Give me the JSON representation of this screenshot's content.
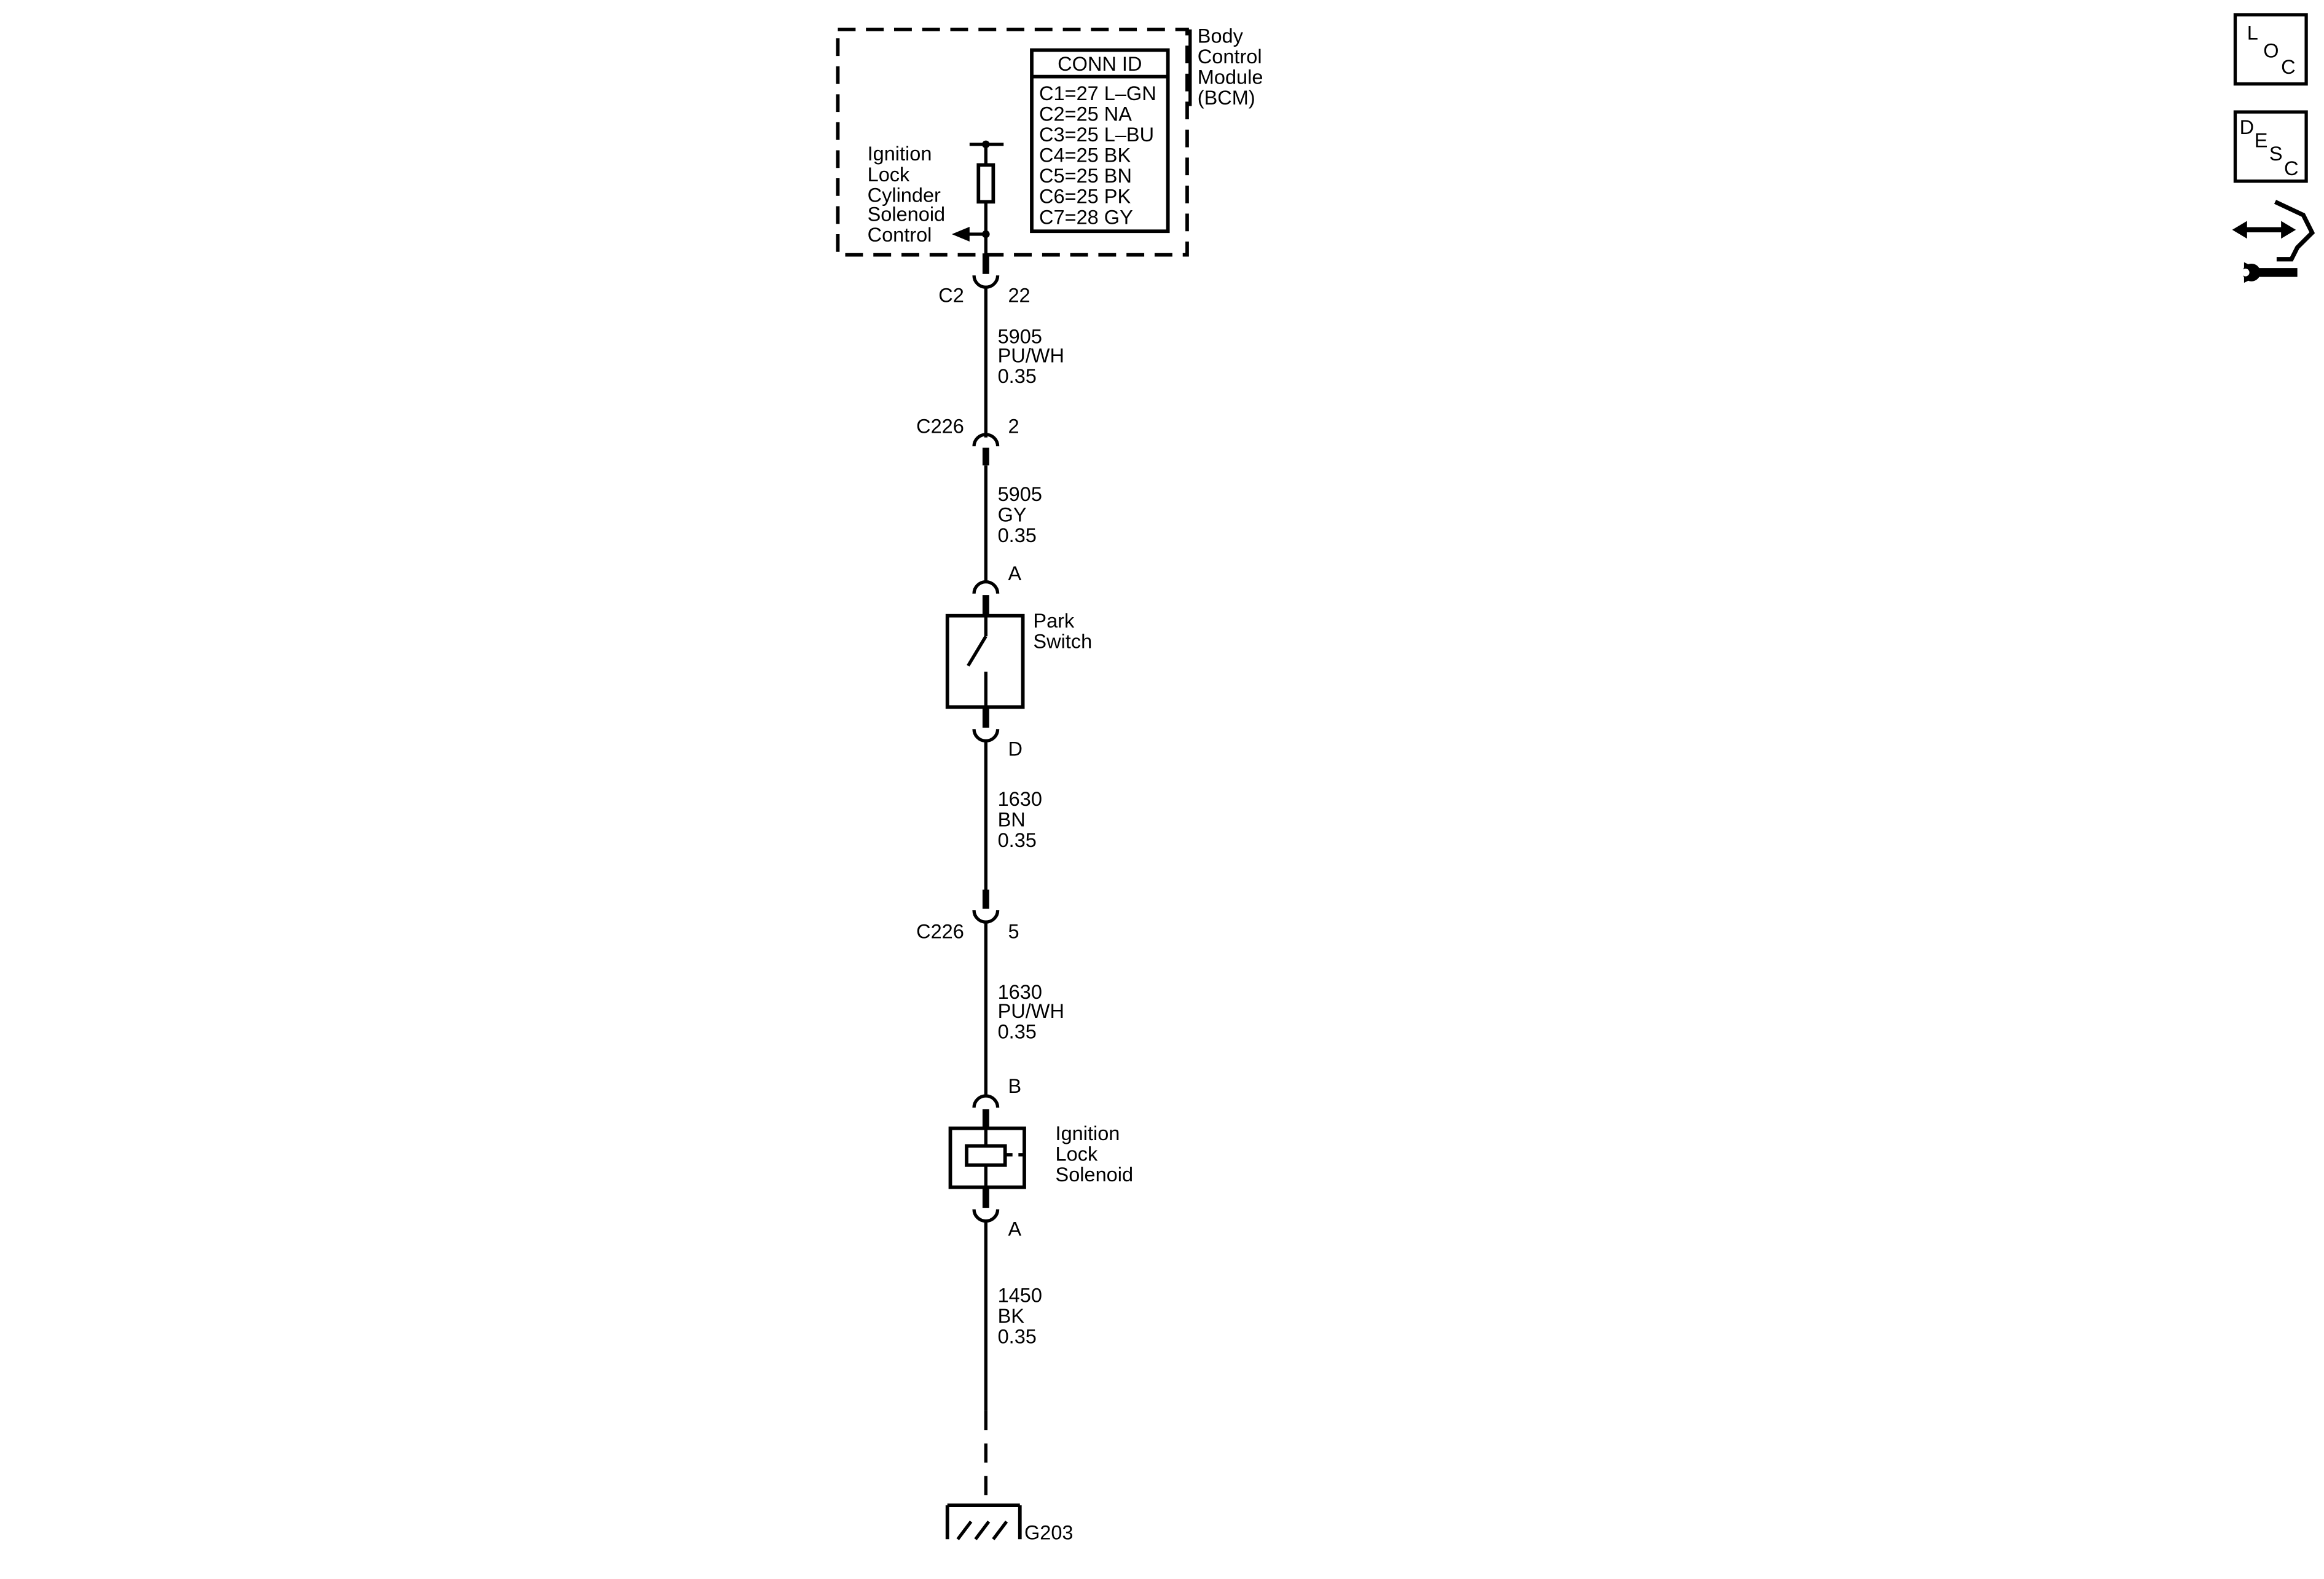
{
  "bcm": {
    "name_lines": [
      "Body",
      "Control",
      "Module",
      "(BCM)"
    ],
    "conn_id_title": "CONN ID",
    "conn_id_rows": [
      "C1=27 L–GN",
      "C2=25 NA",
      "C3=25 L–BU",
      "C4=25 BK",
      "C5=25 BN",
      "C6=25 PK",
      "C7=28 GY"
    ],
    "control_label_lines": [
      "Ignition",
      "Lock",
      "Cylinder",
      "Solenoid",
      "Control"
    ]
  },
  "connectors": {
    "bcm_connector": "C2",
    "bcm_pin": "22",
    "inline_1": "C226",
    "inline_1_pin": "2",
    "switch_top_pin": "A",
    "switch_bottom_pin": "D",
    "inline_2": "C226",
    "inline_2_pin": "5",
    "solenoid_top_pin": "B",
    "solenoid_bottom_pin": "A"
  },
  "wires": [
    {
      "circuit": "5905",
      "color": "PU/WH",
      "gauge": "0.35"
    },
    {
      "circuit": "5905",
      "color": "GY",
      "gauge": "0.35"
    },
    {
      "circuit": "1630",
      "color": "BN",
      "gauge": "0.35"
    },
    {
      "circuit": "1630",
      "color": "PU/WH",
      "gauge": "0.35"
    },
    {
      "circuit": "1450",
      "color": "BK",
      "gauge": "0.35"
    }
  ],
  "components": {
    "park_switch_lines": [
      "Park",
      "Switch"
    ],
    "ignition_lock_solenoid_lines": [
      "Ignition",
      "Lock",
      "Solenoid"
    ],
    "ground": "G203"
  },
  "side_icons": {
    "loc": [
      "L",
      "O",
      "C"
    ],
    "desc": [
      "D",
      "E",
      "S",
      "C"
    ],
    "tool_icon": "connector-wrench-icon"
  }
}
